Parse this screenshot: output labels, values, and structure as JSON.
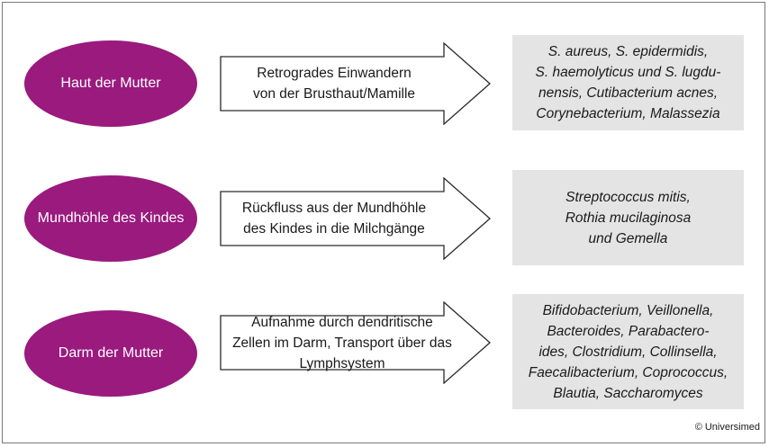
{
  "rows": [
    {
      "source": "Haut der Mutter",
      "route_lines": [
        "Retrogrades Einwandern",
        "von der Brusthaut/Mamille"
      ],
      "organism_lines": [
        "S. aureus, S. epidermidis,",
        "S. haemolyticus und S. lugdu-",
        "nensis, Cutibacterium acnes,",
        "Corynebacterium, Malassezia"
      ]
    },
    {
      "source": "Mundhöhle des Kindes",
      "route_lines": [
        "Rückfluss aus der Mundhöhle",
        "des Kindes in die Milchgänge"
      ],
      "organism_lines": [
        "Streptococcus mitis,",
        "Rothia mucilaginosa",
        "und Gemella"
      ]
    },
    {
      "source": "Darm der Mutter",
      "route_lines": [
        "Aufnahme durch dendritische",
        "Zellen im Darm, Transport über das",
        "Lymphsystem"
      ],
      "organism_lines": [
        "Bifidobacterium, Veillonella,",
        "Bacteroides, Parabactero-",
        "ides, Clostridium, Collinsella,",
        "Faecalibacterium, Coprococcus,",
        "Blautia, Saccharomyces"
      ]
    }
  ],
  "copyright": "© Universimed",
  "colors": {
    "ellipse": "#9a1a7e",
    "box": "#e4e4e4",
    "frame": "#7a7a7a"
  }
}
